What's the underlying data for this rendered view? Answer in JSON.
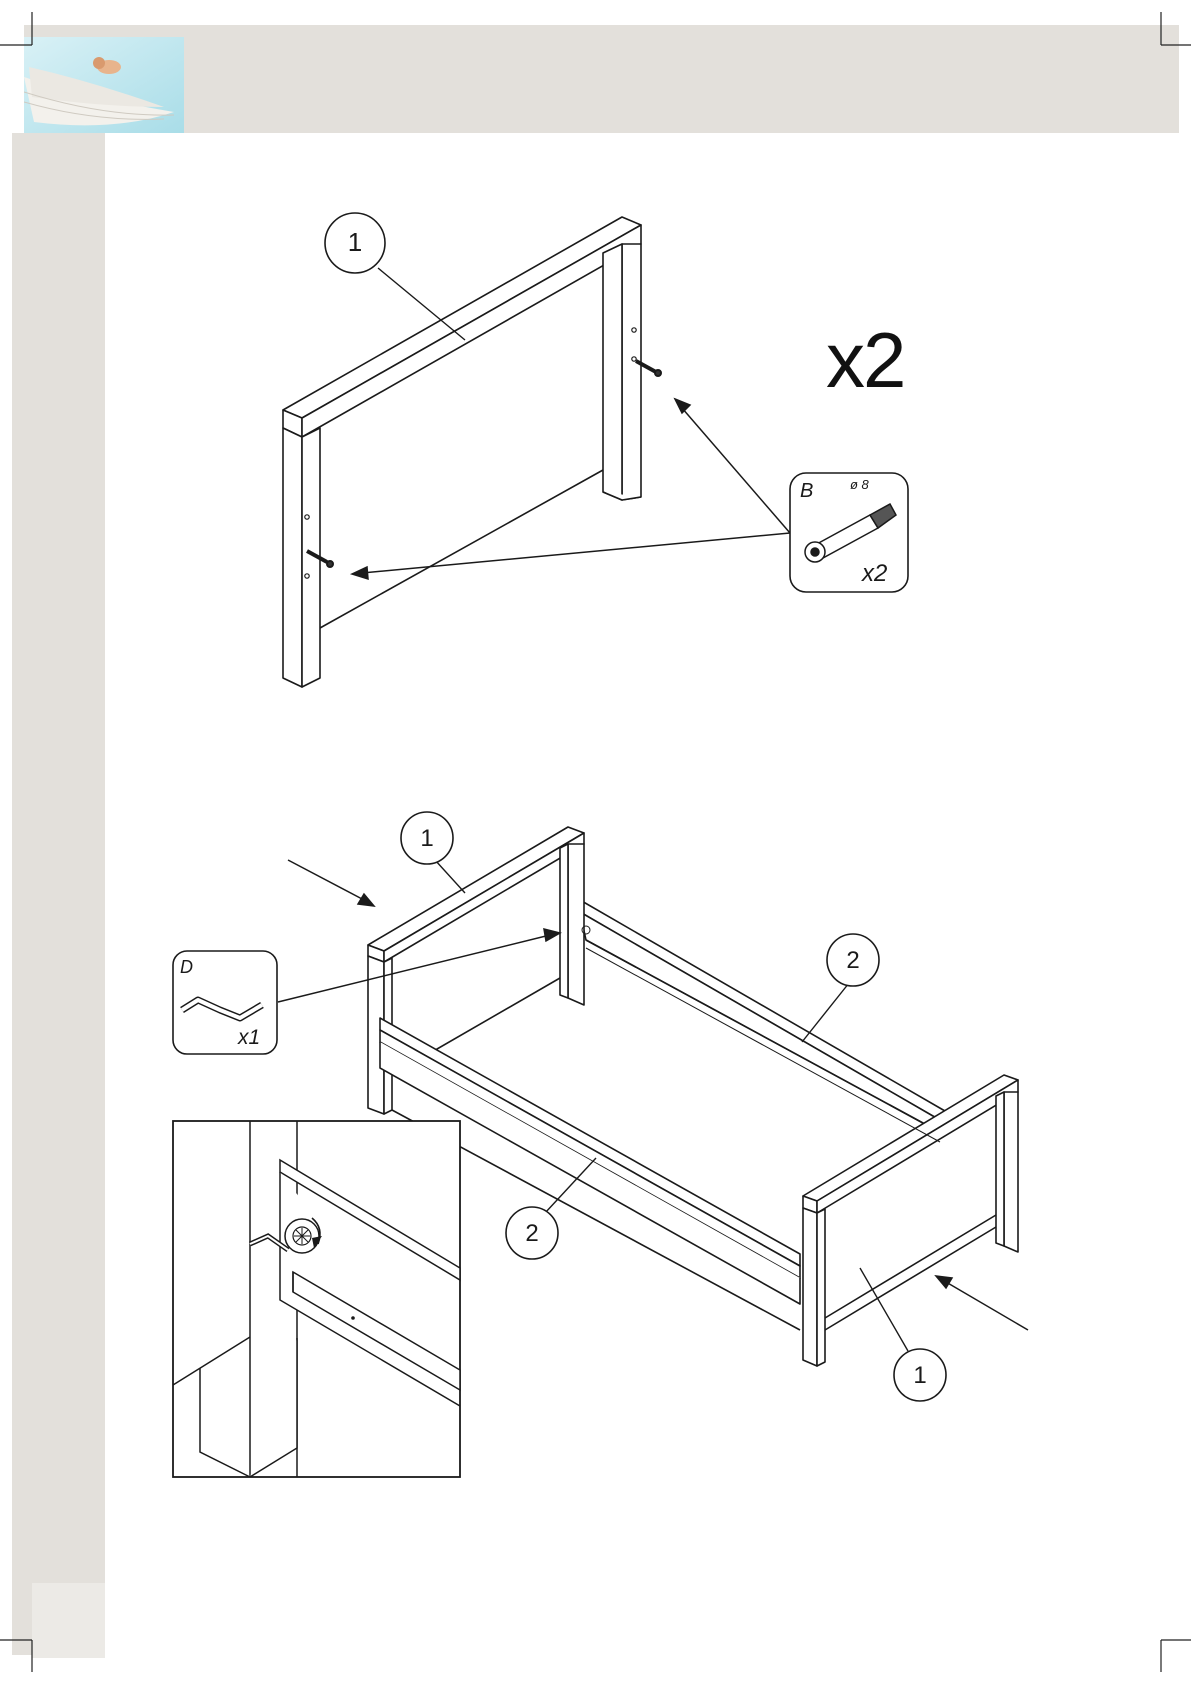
{
  "header": {
    "logo_icon": "feather-logo-icon"
  },
  "step1": {
    "part_label": "1",
    "multiplier": "x2",
    "hardware": {
      "code": "B",
      "diameter": "ø 8",
      "quantity": "x2"
    }
  },
  "step2": {
    "headboard_label": "1",
    "footboard_label": "1",
    "side_rail_back_label": "2",
    "side_rail_front_label": "2",
    "tool": {
      "code": "D",
      "quantity": "x1"
    }
  },
  "colors": {
    "band": "#e3e0db",
    "line": "#1a1a1a"
  }
}
